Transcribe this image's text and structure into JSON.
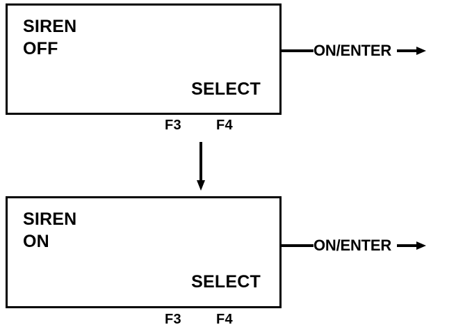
{
  "diagram": {
    "type": "menu-state-flow",
    "colors": {
      "ink": "#000000",
      "background": "#ffffff"
    },
    "screens": [
      {
        "id": "siren-off",
        "title": "SIREN",
        "state": "OFF",
        "select_label": "SELECT",
        "softkeys": [
          {
            "key": "F3",
            "label": "F3"
          },
          {
            "key": "F4",
            "label": "F4"
          }
        ],
        "transition": {
          "label": "ON/ENTER",
          "arrow": "arrow-right"
        }
      },
      {
        "id": "siren-on",
        "title": "SIREN",
        "state": "ON",
        "select_label": "SELECT",
        "softkeys": [
          {
            "key": "F3",
            "label": "F3"
          },
          {
            "key": "F4",
            "label": "F4"
          }
        ],
        "transition": {
          "label": "ON/ENTER",
          "arrow": "arrow-right"
        }
      }
    ],
    "flow": {
      "arrow": "arrow-down"
    }
  }
}
